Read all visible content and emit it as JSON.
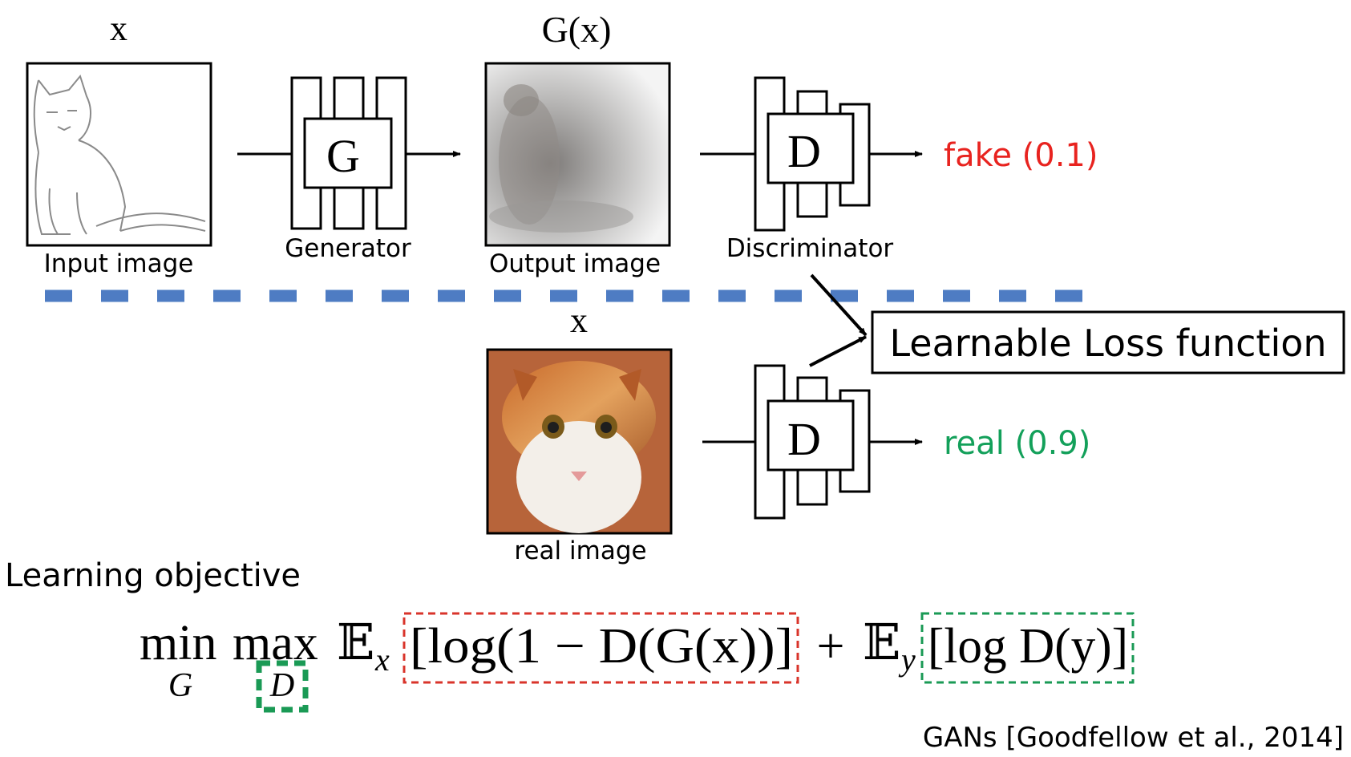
{
  "top_row": {
    "input_var": "x",
    "input_caption": "Input image",
    "generator_letter": "G",
    "generator_caption": "Generator",
    "output_var": "G(x)",
    "output_caption": "Output image",
    "discriminator_letter": "D",
    "discriminator_caption": "Discriminator",
    "fake_label": "fake (0.1)"
  },
  "bottom_row": {
    "real_var": "x",
    "real_caption": "real image",
    "discriminator_letter": "D",
    "real_label": "real (0.9)"
  },
  "loss_box": {
    "label": "Learnable Loss function"
  },
  "objective": {
    "heading": "Learning objective",
    "min": "min",
    "min_sub": "G",
    "max": "max",
    "max_sub": "D",
    "expect_x": "𝔼",
    "expect_x_sub": "x",
    "term1": "[log(1 − D(G(x))]",
    "plus": "+",
    "expect_y": "𝔼",
    "expect_y_sub": "y",
    "term2": "[log D(y)]"
  },
  "citation": "GANs [Goodfellow et al., 2014]",
  "colors": {
    "fake": "#e8231f",
    "real": "#13a05a",
    "divider": "#4e7cc3",
    "red_box": "#d9342b",
    "green_box": "#1a9a55"
  }
}
